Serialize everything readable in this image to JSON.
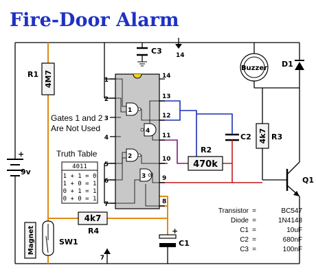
{
  "title": "Fire-Door Alarm",
  "ic": {
    "pins_left": [
      "1",
      "2",
      "3",
      "4",
      "5",
      "6",
      "7"
    ],
    "pins_right": [
      "14",
      "13",
      "12",
      "11",
      "10",
      "9",
      "8"
    ],
    "gates": [
      "1",
      "2",
      "3",
      "4"
    ]
  },
  "note_lines": [
    "Gates 1 and 2",
    "Are Not Used"
  ],
  "truth_table": {
    "heading": "Truth Table",
    "chip": "4011",
    "rows": [
      "1 + 1 = 0",
      "1 + 0 = 1",
      "0 + 1 = 1",
      "0 + 0 = 1"
    ]
  },
  "components": {
    "r1_ref": "R1",
    "r1_val": "4M7",
    "r2_ref": "R2",
    "r2_val": "470k",
    "r3_ref": "R3",
    "r3_val": "4k7",
    "r4_ref": "R4",
    "r4_val": "4k7",
    "c1_ref": "C1",
    "c2_ref": "C2",
    "c3_ref": "C3",
    "d1_ref": "D1",
    "q1_ref": "Q1",
    "buzzer": "Buzzer",
    "battery_plus": "+",
    "battery_val": "9v",
    "c1_plus": "+",
    "sw1_ref": "SW1",
    "magnet": "Magnet",
    "pin14_arrow": "14",
    "pin7_arrow": "7"
  },
  "specs": [
    {
      "name": "Transistor",
      "eq": "=",
      "value": "BC547"
    },
    {
      "name": "Diode",
      "eq": "=",
      "value": "1N4148"
    },
    {
      "name": "C1",
      "eq": "=",
      "value": "10uF"
    },
    {
      "name": "C2",
      "eq": "=",
      "value": "680nF"
    },
    {
      "name": "C3",
      "eq": "=",
      "value": "100nF"
    }
  ],
  "colors": {
    "title": "#1f31c4",
    "wire": "#000000",
    "orange_wire": "#e08a10",
    "blue_wire": "#1a2fb0",
    "red_wire": "#c2181c",
    "purple_wire": "#7a1a7a",
    "ic_body": "#c8c8c8",
    "component_fill": "#f3f3f3"
  }
}
